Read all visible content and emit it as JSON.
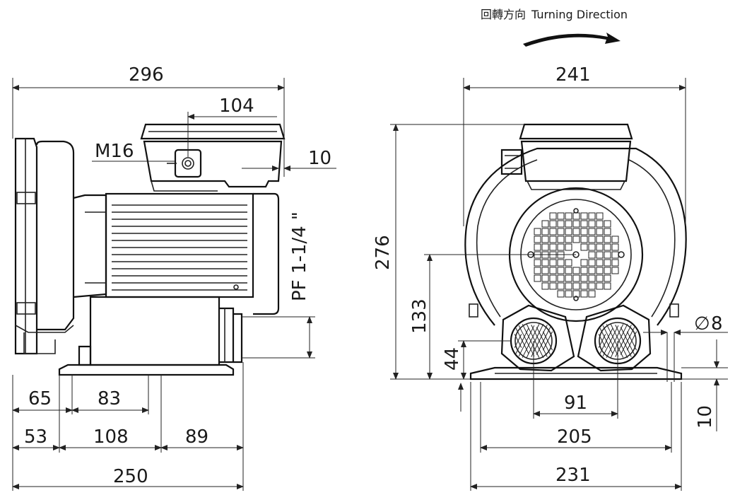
{
  "header": {
    "direction_label_cn": "回轉方向",
    "direction_label_en": "Turning Direction"
  },
  "side_view": {
    "overall_length": "296",
    "box_offset": "104",
    "box_overhang": "10",
    "cable_gland": "M16",
    "port_thread": "PF 1-1/4 \"",
    "base": {
      "a": "65",
      "b": "83",
      "c": "53",
      "d": "108",
      "e": "89",
      "total": "250"
    }
  },
  "front_view": {
    "width_top": "241",
    "height": "276",
    "center_height": "133",
    "port_height": "44",
    "hole_dia_symbol": "∅",
    "hole_dia": "8",
    "port_spacing": "91",
    "base_hole_span": "205",
    "base_width": "231",
    "base_thickness": "10"
  },
  "colors": {
    "line": "#222222",
    "background": "#ffffff"
  }
}
